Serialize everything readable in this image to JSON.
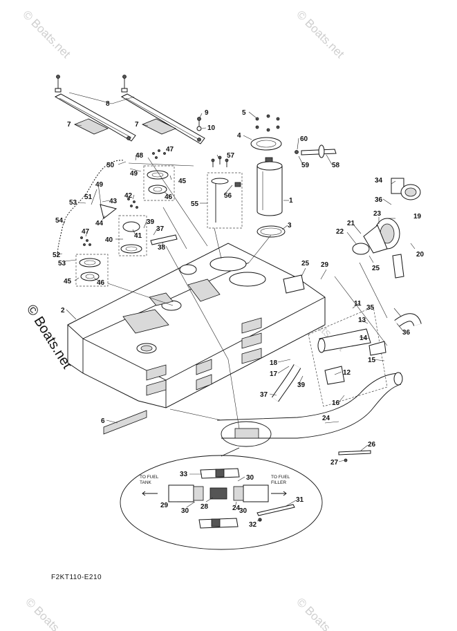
{
  "watermark": {
    "text": "© Boats.net"
  },
  "callouts": [
    "1",
    "2",
    "3",
    "4",
    "5",
    "6",
    "7",
    "8",
    "9",
    "10",
    "11",
    "12",
    "13",
    "14",
    "15",
    "16",
    "17",
    "18",
    "19",
    "20",
    "21",
    "22",
    "23",
    "24",
    "25",
    "26",
    "27",
    "28",
    "29",
    "30",
    "31",
    "32",
    "33",
    "34",
    "35",
    "36",
    "37",
    "38",
    "39",
    "40",
    "41",
    "42",
    "43",
    "44",
    "45",
    "46",
    "47",
    "48",
    "49",
    "50",
    "51",
    "52",
    "53",
    "54",
    "55",
    "56",
    "57",
    "58",
    "59",
    "60"
  ],
  "detail": {
    "to_fuel_tank_line1": "TO FUEL",
    "to_fuel_tank_line2": "TANK",
    "to_fuel_filler_line1": "TO FUEL",
    "to_fuel_filler_line2": "FILLER"
  },
  "diagram_code": "F2KT110-E210"
}
